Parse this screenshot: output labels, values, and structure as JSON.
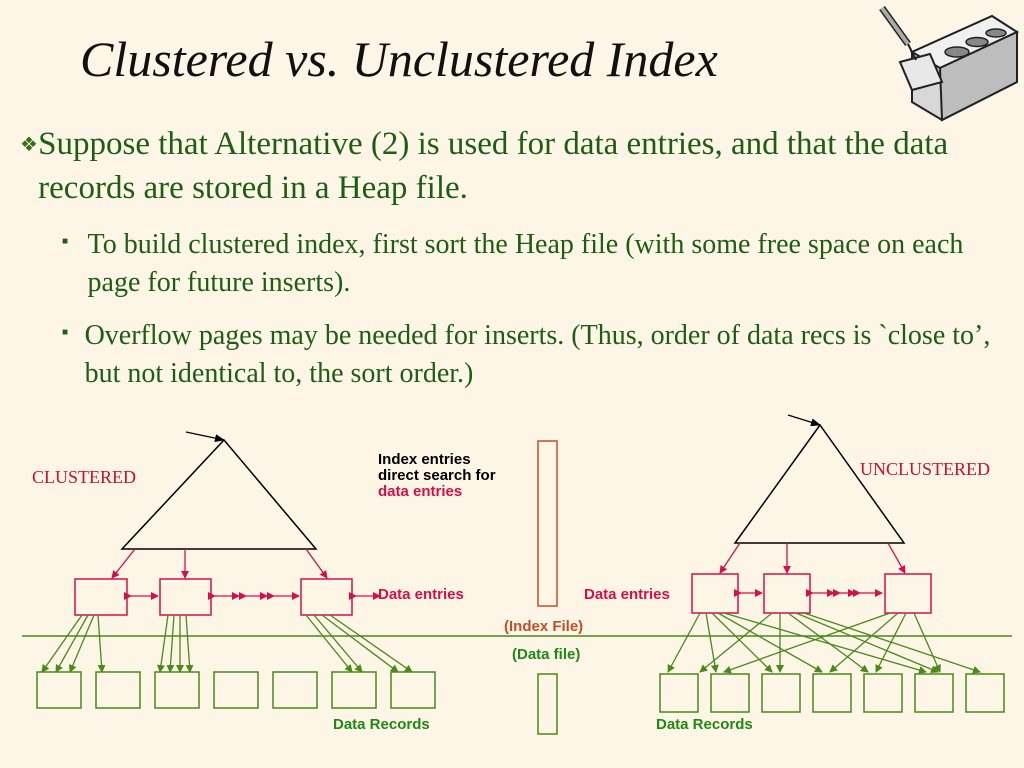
{
  "slide": {
    "title": "Clustered vs. Unclustered Index",
    "bullet_main": "Suppose that Alternative (2) is used for data entries, and that the data records are stored in a Heap file.",
    "sub_bullet_1": "To build clustered index, first sort the Heap file (with some free space on each page for future inserts).",
    "sub_bullet_2": "Overflow pages may be needed for inserts.  (Thus, order of data recs is `close to’, but not identical to, the sort order.)"
  },
  "diagram": {
    "clustered_label": "CLUSTERED",
    "unclustered_label": "UNCLUSTERED",
    "index_entries_line1": "Index entries",
    "index_entries_line2": "direct search for",
    "index_entries_line3": "data entries",
    "data_entries_left": "Data entries",
    "data_entries_right": "Data entries",
    "index_file": "(Index File)",
    "data_file": "(Data file)",
    "data_records_left": "Data Records",
    "data_records_right": "Data Records"
  },
  "colors": {
    "title": "#111111",
    "bullet_text": "#1e5e14",
    "red": "#d4104a",
    "green": "#4a8a1a",
    "tree_stroke": "#000000"
  },
  "icons": {
    "bullet_main": "diamond-bullet-icon",
    "bullet_sub": "square-bullet-icon",
    "logo": "trowel-brick-icon"
  }
}
